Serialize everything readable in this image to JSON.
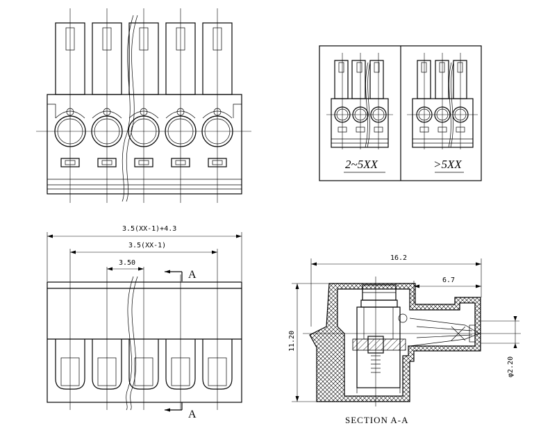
{
  "labels": {
    "overall_width": "3.5(XX-1)+4.3",
    "pitch_span": "3.5(XX-1)",
    "pitch": "3.50",
    "section_marker": "A",
    "depth": "16.2",
    "wire_offset": "6.7",
    "height": "11.20",
    "wire_diameter": "φ2.20",
    "section_caption": "SECTION A-A",
    "variant_small": "2~5XX",
    "variant_large": ">5XX"
  }
}
